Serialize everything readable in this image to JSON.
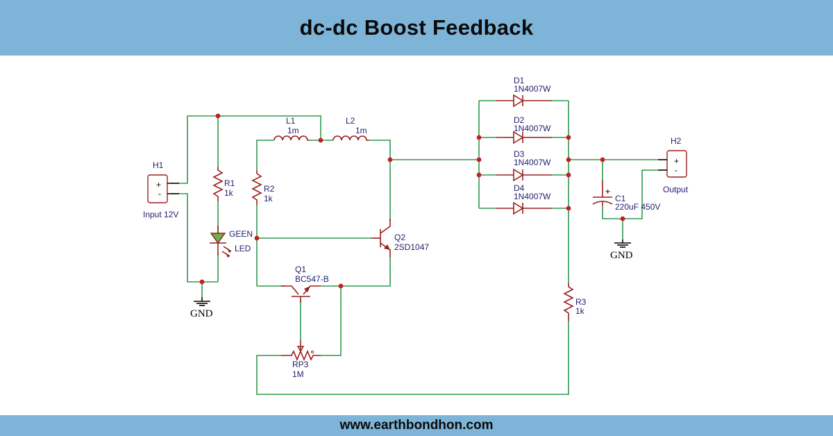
{
  "header": {
    "title": "dc-dc Boost Feedback"
  },
  "footer": {
    "website": "www.earthbondhon.com"
  },
  "colors": {
    "banner": "#7db4d7",
    "wire": "#2e9a4e",
    "component": "#9b1c1c",
    "junction": "#c81e1e",
    "label": "#1e1e6e",
    "led_fill": "#6ab04c"
  },
  "components": {
    "H1": {
      "ref": "H1",
      "plus": "+",
      "minus": "-",
      "label": "Input 12V"
    },
    "H2": {
      "ref": "H2",
      "plus": "+",
      "minus": "-",
      "label": "Output"
    },
    "R1": {
      "ref": "R1",
      "value": "1k"
    },
    "R2": {
      "ref": "R2",
      "value": "1k"
    },
    "R3": {
      "ref": "R3",
      "value": "1k"
    },
    "L1": {
      "ref": "L1",
      "value": "1m"
    },
    "L2": {
      "ref": "L2",
      "value": "1m"
    },
    "LED": {
      "ref": "GEEN",
      "value": "LED"
    },
    "Q1": {
      "ref": "Q1",
      "value": "BC547-B"
    },
    "Q2": {
      "ref": "Q2",
      "value": "2SD1047"
    },
    "RP3": {
      "ref": "RP3",
      "value": "1M"
    },
    "D1": {
      "ref": "D1",
      "value": "1N4007W"
    },
    "D2": {
      "ref": "D2",
      "value": "1N4007W"
    },
    "D3": {
      "ref": "D3",
      "value": "1N4007W"
    },
    "D4": {
      "ref": "D4",
      "value": "1N4007W"
    },
    "C1": {
      "ref": "C1",
      "value": "220uF 450V",
      "polarity": "+"
    },
    "GND1": {
      "label": "GND"
    },
    "GND2": {
      "label": "GND"
    }
  }
}
